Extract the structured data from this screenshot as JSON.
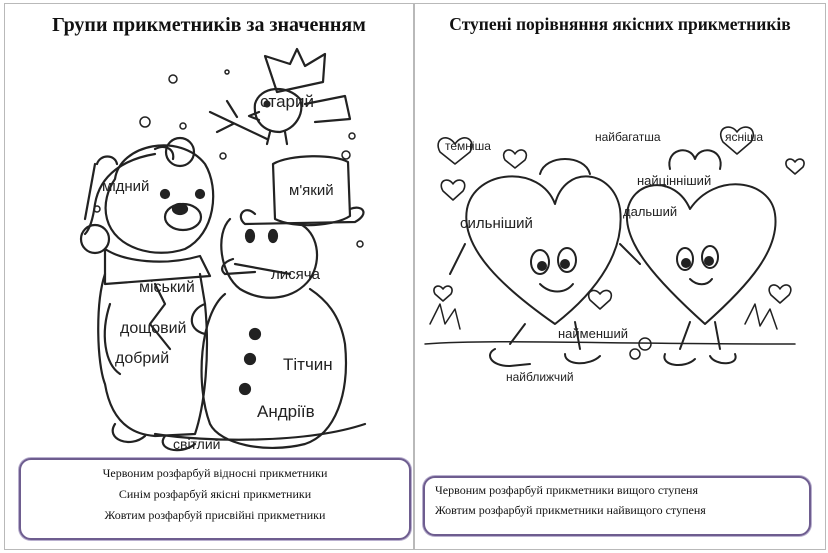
{
  "left": {
    "title": "Групи прикметників за значенням",
    "words": {
      "staryi": "старий",
      "midnyi": "мідний",
      "miakyi": "м'який",
      "lysiacha": "лисяча",
      "miskyi": "міський",
      "doshchovyi": "дощовий",
      "dobryi": "добрий",
      "titchyn": "Тітчин",
      "andriiv": "Андріїв",
      "svitlyi": "світлий"
    },
    "instructions": [
      "Червоним розфарбуй відносні прикметники",
      "Синім розфарбуй якісні прикметники",
      "Жовтим розфарбуй присвійні прикметники"
    ]
  },
  "right": {
    "title": "Ступені порівняння якісних прикметників",
    "words": {
      "temnisha": "темніша",
      "naibahatsha": "найбагатша",
      "yasnisha": "ясніша",
      "naitsinnishyi": "найцінніший",
      "dalshyi": "дальший",
      "sylnishyi": "сильніший",
      "naimenshyi": "найменший",
      "naiblyzhchyi": "найближчий"
    },
    "instructions": [
      "Червоним розфарбуй прикметники вищого ступеня",
      "Жовтим розфарбуй прикметники найвищого ступеня"
    ]
  }
}
